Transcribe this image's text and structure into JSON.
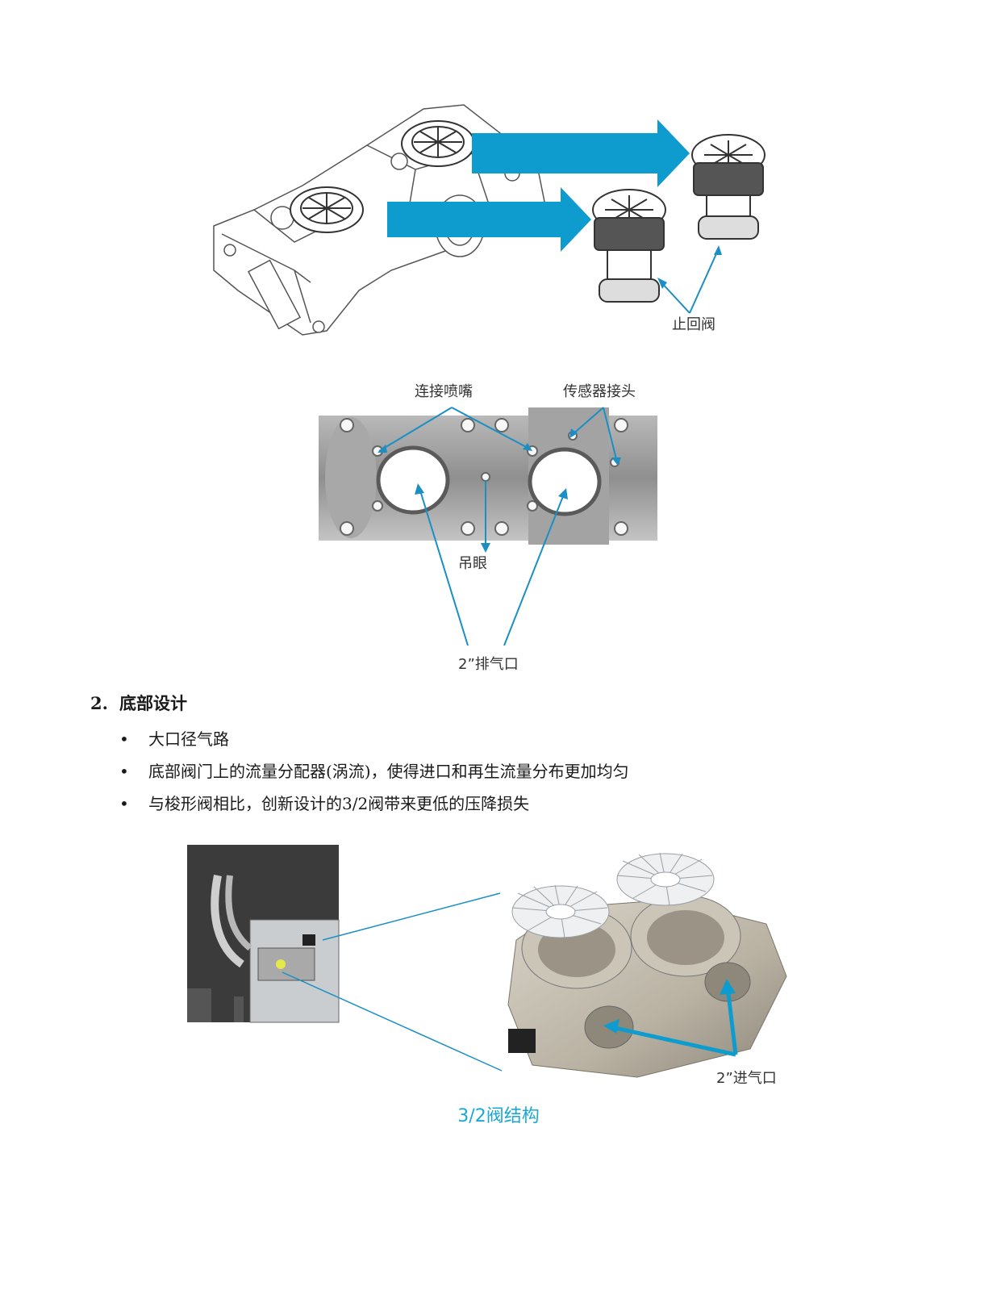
{
  "figure1": {
    "label_check_valve": "止回阀"
  },
  "figure2": {
    "label_nozzle": "连接喷嘴",
    "label_sensor": "传感器接头",
    "label_lifting_eye": "吊眼",
    "label_exhaust": "2”排气口"
  },
  "section": {
    "number": "2.",
    "title": "底部设计",
    "bullets": [
      "大口径气路",
      "底部阀门上的流量分配器(涡流)，使得进口和再生流量分布更加均匀",
      "与梭形阀相比，创新设计的3/2阀带来更低的压降损失"
    ]
  },
  "figure3": {
    "label_inlet": "2”进气口",
    "caption": "3/2阀结构"
  },
  "colors": {
    "accent_arrow": "#0e9ccf",
    "caption": "#1aa7d8",
    "callout_line": "#1b8fc4"
  }
}
